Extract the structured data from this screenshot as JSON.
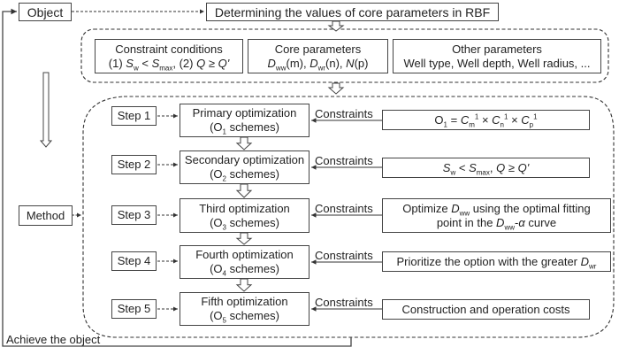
{
  "top": {
    "object_label": "Object",
    "determining_label": "Determining the values of core parameters in RBF"
  },
  "parameters": {
    "constraint_conditions": {
      "title": "Constraint conditions",
      "p1": "(1) ",
      "sw": "S",
      "sw_sub": "w",
      "lt": " < ",
      "smax": "S",
      "smax_sub": "max",
      "p2": ", (2) ",
      "q": "Q",
      "ge": " ≥ ",
      "qp": "Q'"
    },
    "core_parameters": {
      "title": "Core parameters",
      "d1": "D",
      "d1_sub": "ww",
      "d1_arg": "(m), ",
      "d2": "D",
      "d2_sub": "wr",
      "d2_arg": "(n), ",
      "n": "N",
      "n_arg": "(p)"
    },
    "other_parameters": {
      "title": "Other parameters",
      "list": "Well type, Well depth, Well radius, ..."
    }
  },
  "method_label": "Method",
  "achieve_label": "Achieve the object",
  "constraints_label": "Constraints",
  "steps": [
    {
      "step": "Step 1",
      "title": "Primary optimization",
      "scheme_pre": "(O",
      "scheme_sub": "1",
      "scheme_post": " schemes)"
    },
    {
      "step": "Step 2",
      "title": "Secondary optimization",
      "scheme_pre": "(O",
      "scheme_sub": "2",
      "scheme_post": " schemes)"
    },
    {
      "step": "Step 3",
      "title": "Third optimization",
      "scheme_pre": "(O",
      "scheme_sub": "3",
      "scheme_post": " schemes)"
    },
    {
      "step": "Step 4",
      "title": "Fourth optimization",
      "scheme_pre": "(O",
      "scheme_sub": "4",
      "scheme_post": " schemes)"
    },
    {
      "step": "Step 5",
      "title": "Fifth optimization",
      "scheme_pre": "(O",
      "scheme_sub": "5",
      "scheme_post": " schemes)"
    }
  ],
  "constraint_boxes": {
    "c1": {
      "o": "O",
      "o_sub": "1",
      "eq": " = ",
      "cm": "C",
      "cm_sub": "m",
      "cm_sup": "1",
      "x1": " × ",
      "cn": "C",
      "cn_sub": "n",
      "cn_sup": "1",
      "x2": " × ",
      "cp": "C",
      "cp_sub": "p",
      "cp_sup": "1"
    },
    "c2": {
      "sw": "S",
      "sw_sub": "w",
      "lt": " < ",
      "smax": "S",
      "smax_sub": "max",
      "comma": ", ",
      "q": "Q",
      "ge": " ≥ ",
      "qp": "Q'"
    },
    "c3": {
      "line1_pre": "Optimize ",
      "d": "D",
      "d_sub": "ww",
      "line1_post": " using the optimal fitting",
      "line2_pre": "point in the ",
      "d2": "D",
      "d2_sub": "ww",
      "dash": "-",
      "alpha": "α",
      "line2_post": " curve"
    },
    "c4": {
      "text": "Prioritize the option with the greater ",
      "d": "D",
      "d_sub": "wr"
    },
    "c5": {
      "text": "Construction and operation costs"
    }
  }
}
